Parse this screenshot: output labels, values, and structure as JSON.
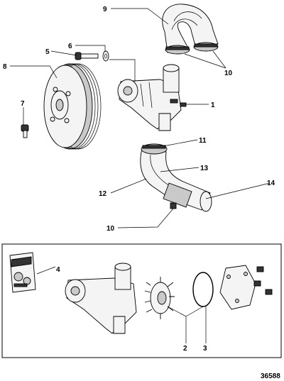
{
  "figure_id": "36588",
  "callouts": {
    "c1": "1",
    "c2": "2",
    "c3": "3",
    "c4": "4",
    "c5": "5",
    "c6": "6",
    "c7": "7",
    "c8": "8",
    "c9": "9",
    "c10a": "10",
    "c10b": "10",
    "c11": "11",
    "c12": "12",
    "c13": "13",
    "c14": "14"
  }
}
